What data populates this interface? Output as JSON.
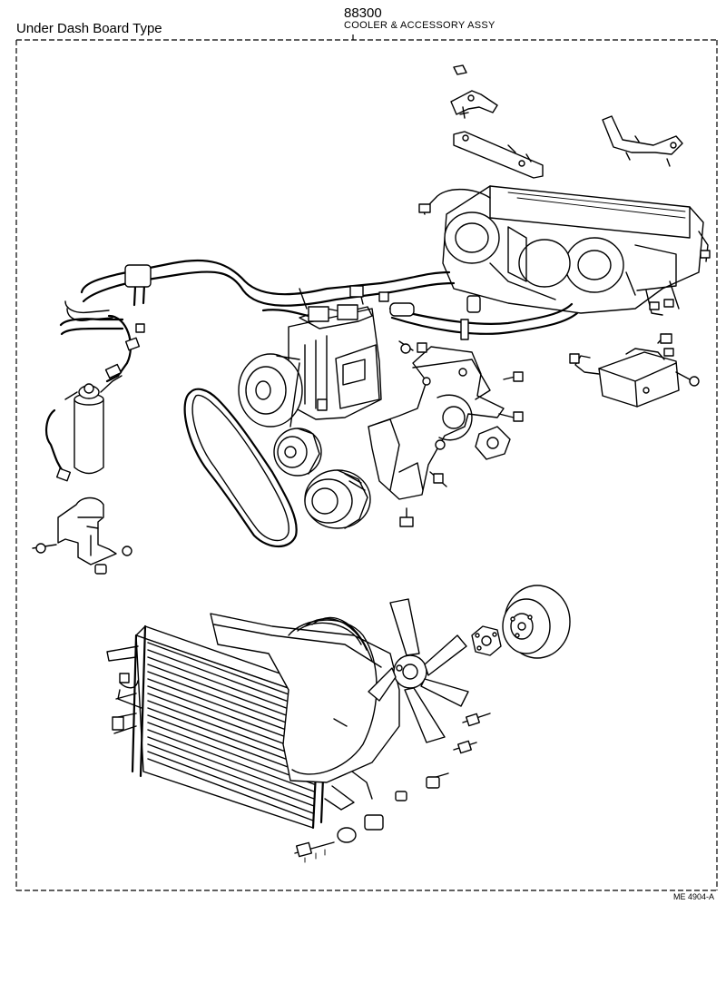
{
  "header": {
    "variant_label": "Under Dash Board Type",
    "part_number": "88300",
    "assembly_title": "COOLER & ACCESSORY ASSY"
  },
  "footer": {
    "reference_code": "ME 4904-A"
  },
  "components": [
    "bracket-top-small-icon",
    "bracket-top-left-icon",
    "bracket-top-right-icon",
    "evaporator-unit-icon",
    "refrigerant-hoses-icon",
    "receiver-drier-icon",
    "drier-bracket-icon",
    "compressor-icon",
    "drive-belt-icon",
    "idler-pulley-icon",
    "compressor-pulley-icon",
    "compressor-mounting-bracket-icon",
    "control-amplifier-icon",
    "condenser-icon",
    "fan-shroud-icon",
    "cooling-fan-icon",
    "fan-clutch-spacer-icon",
    "water-pump-pulley-icon",
    "bolts-and-nuts-icon"
  ]
}
